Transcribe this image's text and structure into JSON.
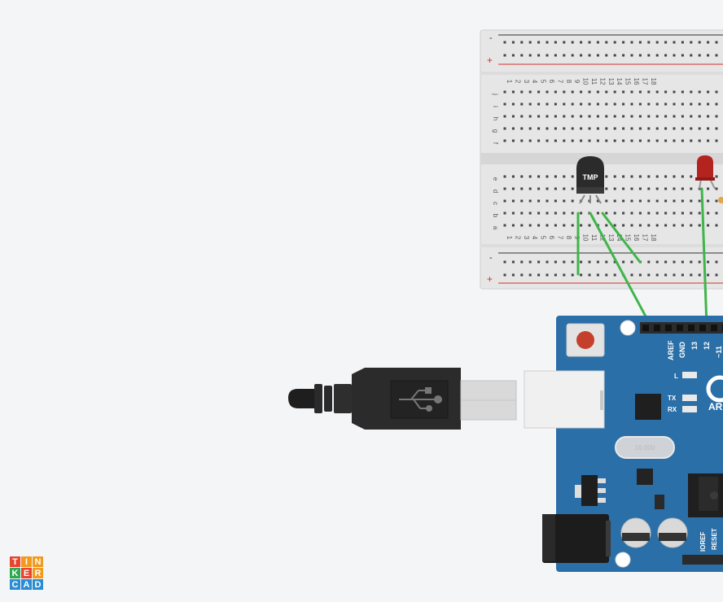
{
  "breadboard": {
    "rail_minus": "-",
    "rail_plus": "+",
    "row_letters_top": [
      "j",
      "i",
      "h",
      "g",
      "f"
    ],
    "row_letters_bottom": [
      "e",
      "d",
      "c",
      "b",
      "a"
    ],
    "column_numbers": [
      "1",
      "2",
      "3",
      "4",
      "5",
      "6",
      "7",
      "8",
      "9",
      "10",
      "11",
      "12",
      "13",
      "14",
      "15",
      "16",
      "17",
      "18"
    ]
  },
  "components": {
    "temp_sensor_label": "TMP",
    "led_color": "#b3231f"
  },
  "arduino": {
    "pin_aref": "AREF",
    "pin_gnd": "GND",
    "pin_13": "13",
    "pin_12": "12",
    "pin_11": "~11",
    "led_l": "L",
    "led_tx": "TX",
    "led_rx": "RX",
    "crystal": "16.000",
    "brand_partial": "AR",
    "pin_ioref": "IOREF",
    "pin_reset": "RESET"
  },
  "logo": {
    "letters": [
      "T",
      "I",
      "N",
      "K",
      "E",
      "R",
      "C",
      "A",
      "D"
    ],
    "colors": [
      "#e8442e",
      "#f29a1d",
      "#f29a1d",
      "#2fa84f",
      "#e8442e",
      "#f29a1d",
      "#2a8dd4",
      "#2a8dd4",
      "#2a8dd4"
    ]
  },
  "colors": {
    "wire": "#3fb54a",
    "board": "#2a6fa8",
    "rail_red": "#d0312d"
  }
}
